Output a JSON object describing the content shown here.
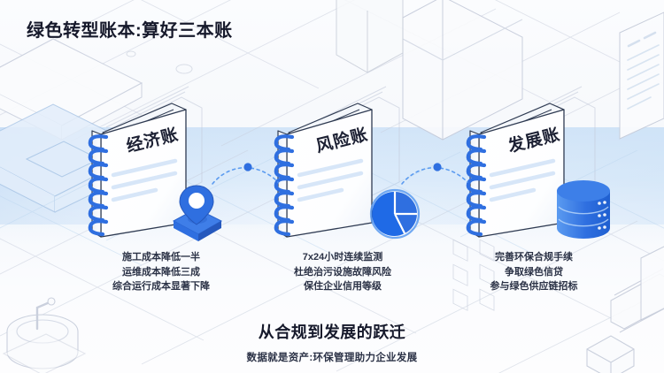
{
  "title": "绿色转型账本:算好三本账",
  "theme": {
    "accent": "#2f6fe0",
    "accent_light": "#5b9bf0",
    "band": "#cfe4f8",
    "title_color": "#16192b",
    "caption_color": "#2b3246",
    "bg": "#f7f9fc"
  },
  "ledgers": [
    {
      "label": "经济账",
      "icon": "map-pin-icon",
      "lines": [
        "施工成本降低一半",
        "运维成本降低三成",
        "综合运行成本显著下降"
      ]
    },
    {
      "label": "风险账",
      "icon": "pie-chart-icon",
      "lines": [
        "7x24小时连续监测",
        "杜绝治污设施故障风险",
        "保住企业信用等级"
      ]
    },
    {
      "label": "发展账",
      "icon": "database-icon",
      "lines": [
        "完善环保合规手续",
        "争取绿色信贷",
        "参与绿色供应链招标"
      ]
    }
  ],
  "connectors": [
    {
      "name": "arc-connector-1"
    },
    {
      "name": "arc-connector-2"
    }
  ],
  "footer": {
    "headline": "从合规到发展的跃迁",
    "subtitle": "数据就是资产:环保管理助力企业发展"
  }
}
